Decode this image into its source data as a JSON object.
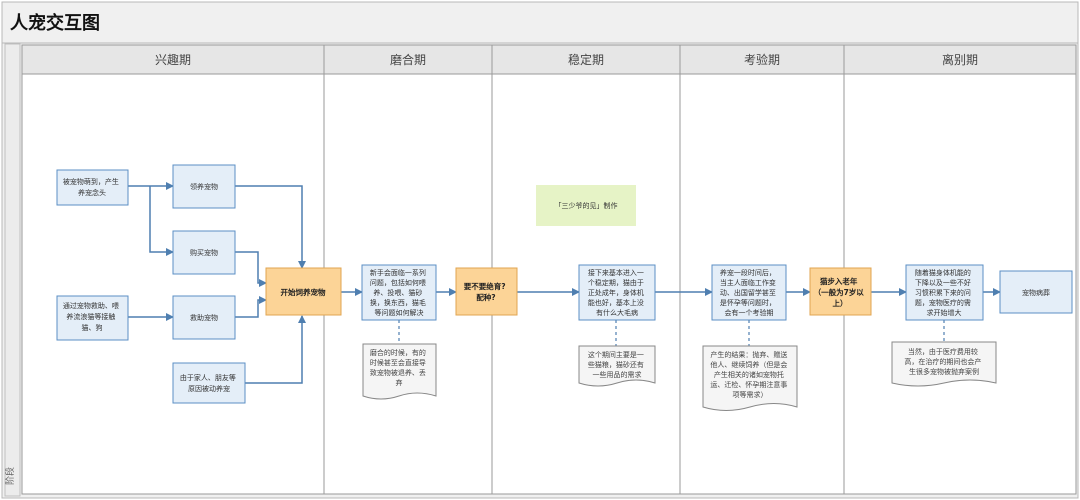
{
  "title": "人宠交互图",
  "side_label": "阶段",
  "lanes": [
    "兴趣期",
    "磨合期",
    "稳定期",
    "考验期",
    "离别期"
  ],
  "nodes": {
    "n1": [
      "被宠物萌到，产生",
      "养宠念头"
    ],
    "n2": [
      "通过宠物救助、喂",
      "养流浪猫等接触",
      "猫、狗"
    ],
    "n3": [
      "领养宠物"
    ],
    "n4": [
      "购买宠物"
    ],
    "n5": [
      "救助宠物"
    ],
    "n6": [
      "由于家人、朋友等",
      "原因被动养宠"
    ],
    "n7": [
      "开始饲养宠物"
    ],
    "n8": [
      "新手会面临一系列",
      "问题，包括如何喂",
      "养、投喂、猫砂",
      "换，换东西，猫毛",
      "等问题如何解决"
    ],
    "n9": [
      "要不要绝育?",
      "配种?"
    ],
    "n10": [
      "接下来基本进入一",
      "个稳定期，猫由于",
      "正处成年，身体机",
      "能也好，基本上没",
      "有什么大毛病"
    ],
    "n11": [
      "养宠一段时间后，",
      "当主人面临工作变",
      "动、出国留学甚至",
      "是怀孕等问题时，",
      "会有一个考验期"
    ],
    "n12": [
      "猫步入老年",
      "（一般为7岁以",
      "上）"
    ],
    "n13": [
      "随着猫身体机能的",
      "下降以及一些不好",
      "习惯积累下来的问",
      "题，宠物医疗的需",
      "求开始增大"
    ],
    "n14": [
      "宠物病葬"
    ],
    "watermark": [
      "「三少爷的见」制作"
    ]
  },
  "notes": {
    "d1": [
      "磨合的时候，有的",
      "时候甚至会直接导",
      "致宠物被退养、丢",
      "弃"
    ],
    "d2": [
      "这个期间主要是一",
      "些猫粮，猫砂还有",
      "一些用品的需求"
    ],
    "d3": [
      "产生的结果：抛弃、赠送",
      "他人、继续饲养（但是会",
      "产生相关的诸如宠物托",
      "运、迁检、怀孕期注意事",
      "项等需求）"
    ],
    "d4": [
      "当然，由于医疗费用较",
      "高，在治疗的期间也会产",
      "生很多宠物被抛弃案例"
    ]
  },
  "colors": {
    "frame": "#f0f0f0",
    "lane_header": "#e6e6e6",
    "box_fill": "#e4eef8",
    "box_stroke": "#5b8fc4",
    "key_fill": "#fcd497",
    "key_stroke": "#e0a552",
    "arrow": "#4f7fb0",
    "watermark_fill": "#e6f3c6"
  }
}
